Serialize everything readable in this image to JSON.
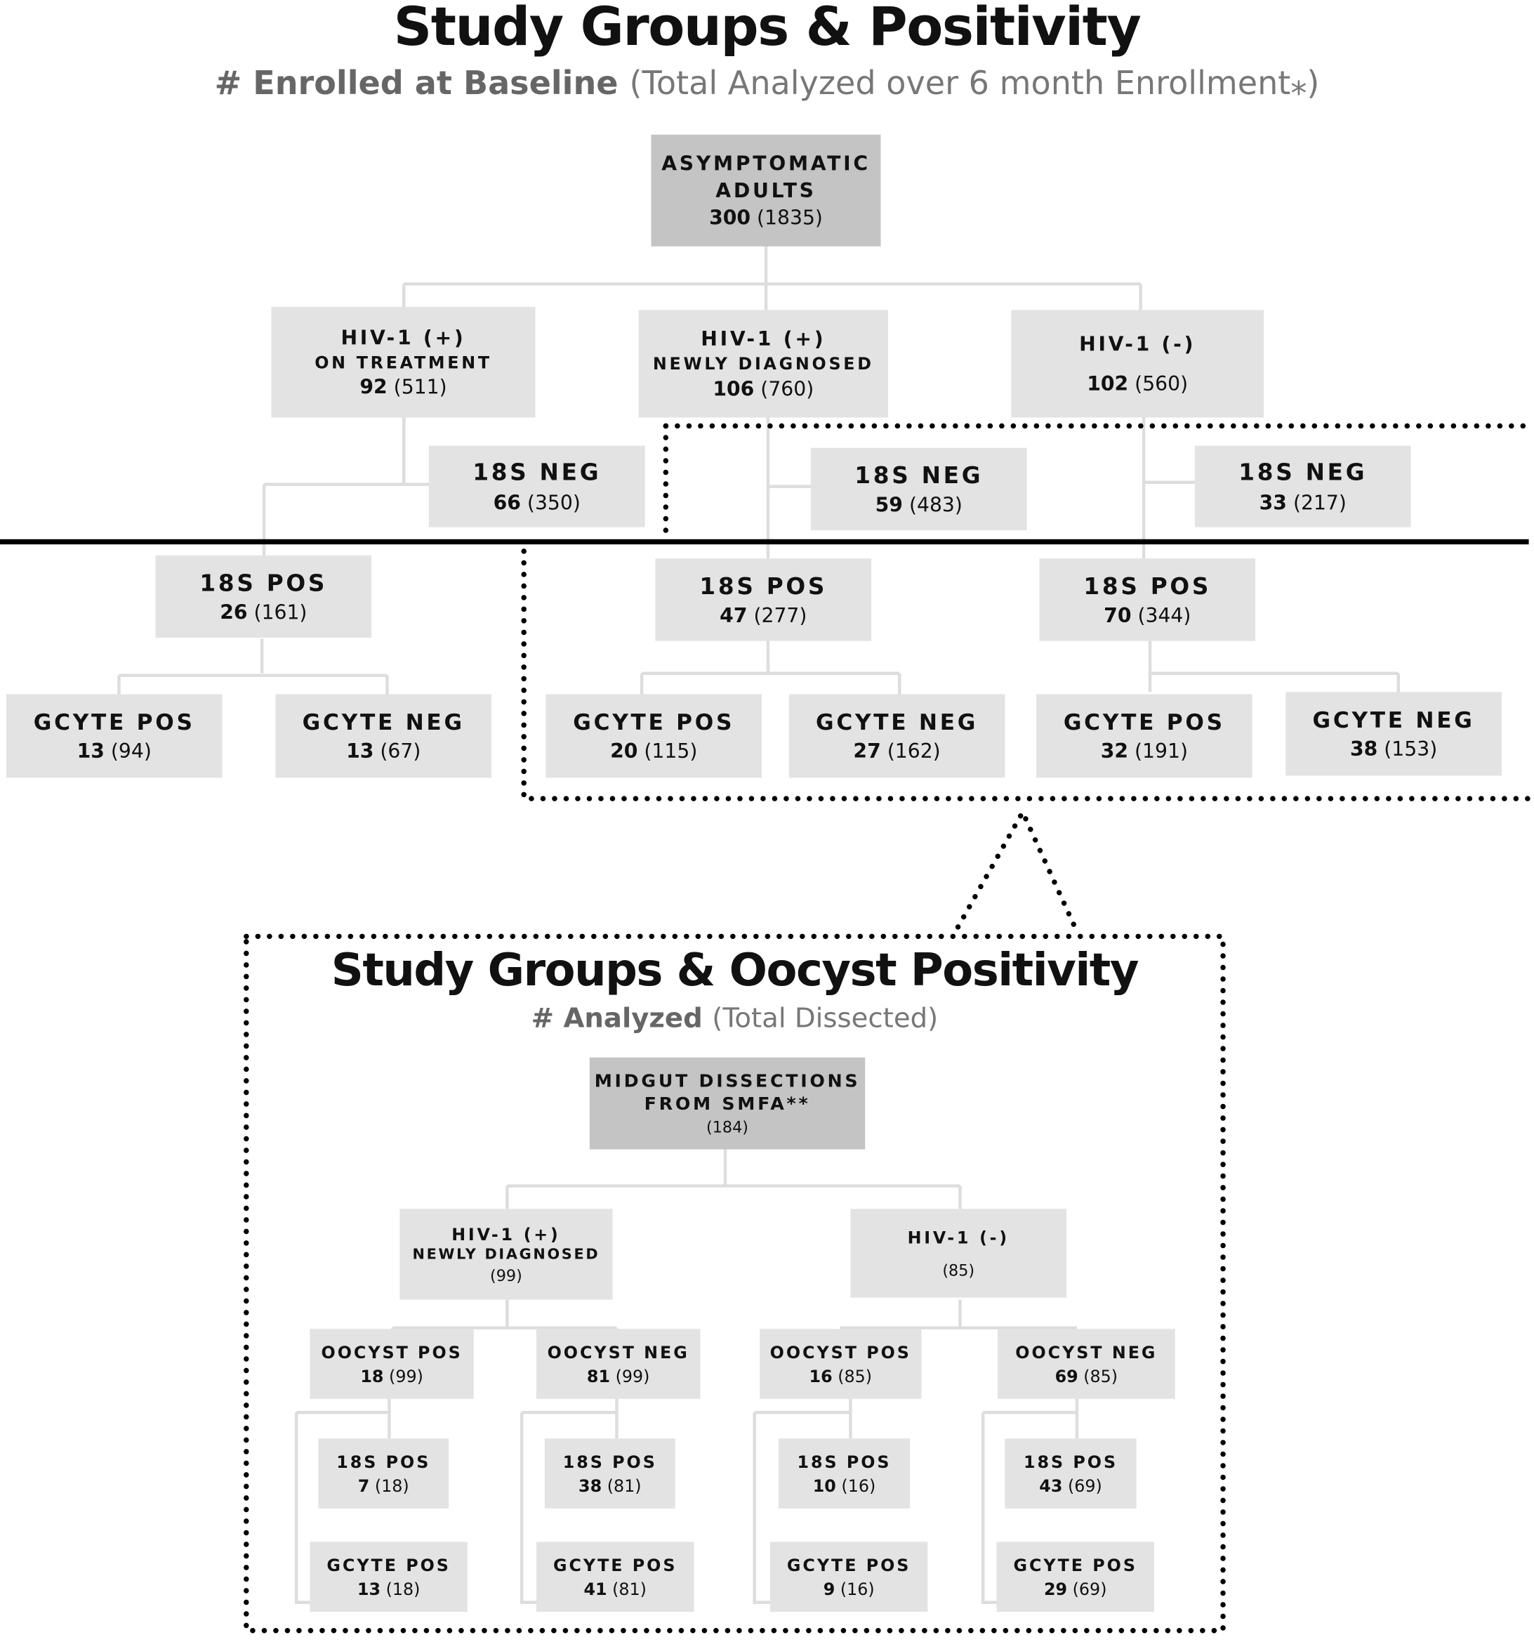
{
  "main_chart": {
    "title": "Study Groups & Positivity",
    "subtitle_bold": "# Enrolled at Baseline",
    "subtitle_paren": "(Total Analyzed over 6 month Enrollment⁎)",
    "root": {
      "label_line1": "ASYMPTOMATIC",
      "label_line2": "ADULTS",
      "count": "300",
      "total": "(1835)"
    },
    "groups": [
      {
        "label_line1": "HIV-1 (+)",
        "label_line2": "ON TREATMENT",
        "count": "92",
        "total": "(511)",
        "neg18s": {
          "label": "18S NEG",
          "count": "66",
          "total": "(350)"
        },
        "pos18s": {
          "label": "18S POS",
          "count": "26",
          "total": "(161)"
        },
        "gcyte_pos": {
          "label": "GCYTE POS",
          "count": "13",
          "total": "(94)"
        },
        "gcyte_neg": {
          "label": "GCYTE NEG",
          "count": "13",
          "total": "(67)"
        }
      },
      {
        "label_line1": "HIV-1 (+)",
        "label_line2": "NEWLY DIAGNOSED",
        "count": "106",
        "total": "(760)",
        "neg18s": {
          "label": "18S NEG",
          "count": "59",
          "total": "(483)"
        },
        "pos18s": {
          "label": "18S POS",
          "count": "47",
          "total": "(277)"
        },
        "gcyte_pos": {
          "label": "GCYTE POS",
          "count": "20",
          "total": "(115)"
        },
        "gcyte_neg": {
          "label": "GCYTE NEG",
          "count": "27",
          "total": "(162)"
        }
      },
      {
        "label_line1": "HIV-1 (-)",
        "label_line2": "",
        "count": "102",
        "total": "(560)",
        "neg18s": {
          "label": "18S NEG",
          "count": "33",
          "total": "(217)"
        },
        "pos18s": {
          "label": "18S POS",
          "count": "70",
          "total": "(344)"
        },
        "gcyte_pos": {
          "label": "GCYTE POS",
          "count": "32",
          "total": "(191)"
        },
        "gcyte_neg": {
          "label": "GCYTE NEG",
          "count": "38",
          "total": "(153)"
        }
      }
    ]
  },
  "inset_chart": {
    "title": "Study Groups & Oocyst Positivity",
    "subtitle_bold": "# Analyzed",
    "subtitle_paren": "(Total Dissected)",
    "root": {
      "label_line1": "MIDGUT DISSECTIONS",
      "label_line2": "FROM SMFA**",
      "total": "(184)"
    },
    "groups": [
      {
        "label_line1": "HIV-1 (+)",
        "label_line2": "NEWLY DIAGNOSED",
        "total": "(99)",
        "oocyst_pos": {
          "label": "OOCYST POS",
          "count": "18",
          "total": "(99)",
          "pos18s": {
            "label": "18S POS",
            "count": "7",
            "total": "(18)"
          },
          "gcyte_pos": {
            "label": "GCYTE POS",
            "count": "13",
            "total": "(18)"
          }
        },
        "oocyst_neg": {
          "label": "OOCYST NEG",
          "count": "81",
          "total": "(99)",
          "pos18s": {
            "label": "18S POS",
            "count": "38",
            "total": "(81)"
          },
          "gcyte_pos": {
            "label": "GCYTE POS",
            "count": "41",
            "total": "(81)"
          }
        }
      },
      {
        "label_line1": "HIV-1 (-)",
        "label_line2": "",
        "total": "(85)",
        "oocyst_pos": {
          "label": "OOCYST POS",
          "count": "16",
          "total": "(85)",
          "pos18s": {
            "label": "18S POS",
            "count": "10",
            "total": "(16)"
          },
          "gcyte_pos": {
            "label": "GCYTE POS",
            "count": "9",
            "total": "(16)"
          }
        },
        "oocyst_neg": {
          "label": "OOCYST NEG",
          "count": "69",
          "total": "(85)",
          "pos18s": {
            "label": "18S POS",
            "count": "43",
            "total": "(69)"
          },
          "gcyte_pos": {
            "label": "GCYTE POS",
            "count": "29",
            "total": "(69)"
          }
        }
      }
    ]
  },
  "colors": {
    "node_fill": "#e3e3e3",
    "root_fill": "#c4c4c4",
    "connector": "#dddddd",
    "title_text": "#111111",
    "subtitle_text": "#666666",
    "divider": "#000000"
  }
}
